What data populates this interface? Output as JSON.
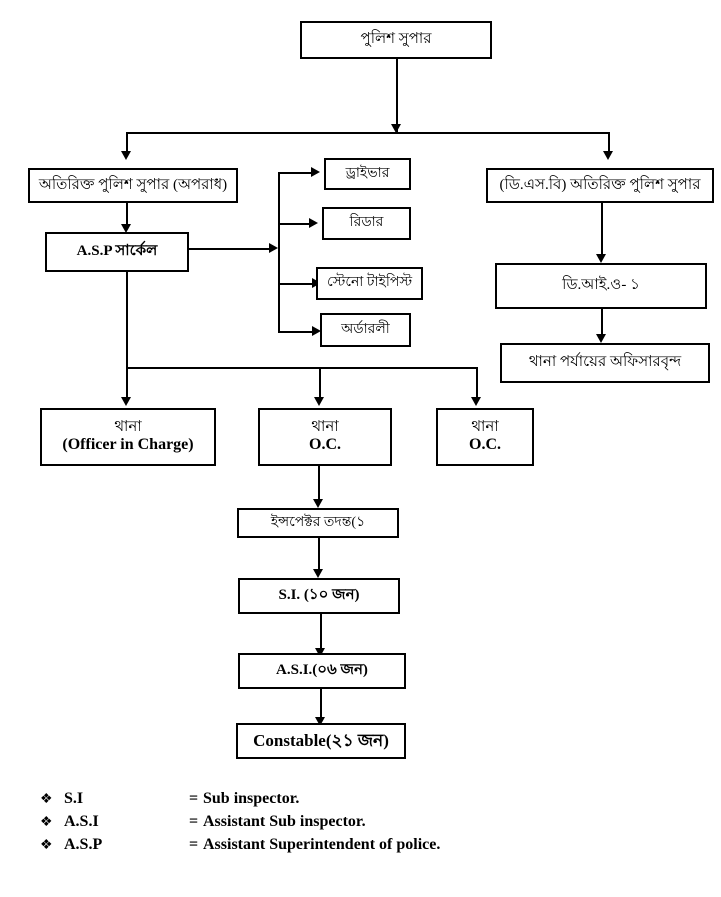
{
  "chart_data": {
    "type": "diagram",
    "title": "Police Superintendent Office Organogram",
    "nodes": [
      {
        "id": "sp",
        "label": "পুলিশ সুপার"
      },
      {
        "id": "addl-sp-crime",
        "label": "অতিরিক্ত পুলিশ সুপার (অপরাধ)"
      },
      {
        "id": "asp-circle",
        "label": "A.S.P সার্কেল"
      },
      {
        "id": "driver",
        "label": "ড্রাইভার"
      },
      {
        "id": "reader",
        "label": "রিডার"
      },
      {
        "id": "steno",
        "label": "স্টেনো টাইপিস্ট"
      },
      {
        "id": "orderly",
        "label": "অর্ডারলী"
      },
      {
        "id": "dsb-addl-sp",
        "label": "(ডি.এস.বি) অতিরিক্ত পুলিশ সুপার"
      },
      {
        "id": "dio-1",
        "label": "ডি.আই.ও- ১"
      },
      {
        "id": "thana-officers",
        "label": "থানা পর্যায়ের অফিসারবৃন্দ"
      },
      {
        "id": "thana-oc-1",
        "label_line1": "থানা",
        "label_line2": "(Officer in Charge)"
      },
      {
        "id": "thana-oc-2",
        "label_line1": "থানা",
        "label_line2": "O.C."
      },
      {
        "id": "thana-oc-3",
        "label_line1": "থানা",
        "label_line2": "O.C."
      },
      {
        "id": "inspector",
        "label": "ইন্সপেক্টর তদন্ত(১"
      },
      {
        "id": "si",
        "label": "S.I. (১০ জন)"
      },
      {
        "id": "asi",
        "label": "A.S.I.(০৬ জন)"
      },
      {
        "id": "constable",
        "label": "Constable(২১ জন)"
      }
    ],
    "edges": [
      {
        "from": "sp",
        "to": "addl-sp-crime"
      },
      {
        "from": "sp",
        "to": "driver"
      },
      {
        "from": "sp",
        "to": "dsb-addl-sp"
      },
      {
        "from": "addl-sp-crime",
        "to": "asp-circle"
      },
      {
        "from": "asp-circle",
        "to": "driver"
      },
      {
        "from": "asp-circle",
        "to": "reader"
      },
      {
        "from": "asp-circle",
        "to": "steno"
      },
      {
        "from": "asp-circle",
        "to": "orderly"
      },
      {
        "from": "asp-circle",
        "to": "thana-oc-1"
      },
      {
        "from": "asp-circle",
        "to": "thana-oc-2"
      },
      {
        "from": "asp-circle",
        "to": "thana-oc-3"
      },
      {
        "from": "dsb-addl-sp",
        "to": "dio-1"
      },
      {
        "from": "dio-1",
        "to": "thana-officers"
      },
      {
        "from": "thana-oc-2",
        "to": "inspector"
      },
      {
        "from": "inspector",
        "to": "si"
      },
      {
        "from": "si",
        "to": "asi"
      },
      {
        "from": "asi",
        "to": "constable"
      }
    ]
  },
  "boxes": {
    "sp": "পুলিশ সুপার",
    "addl_sp_crime": "অতিরিক্ত পুলিশ সুপার (অপরাধ)",
    "asp_circle": "A.S.P সার্কেল",
    "driver": "ড্রাইভার",
    "reader": "রিডার",
    "steno_typist": "স্টেনো টাইপিস্ট",
    "orderly": "অর্ডারলী",
    "dsb_addl_sp": "(ডি.এস.বি) অতিরিক্ত পুলিশ সুপার",
    "dio_1": "ডি.আই.ও- ১",
    "thana_level_officers": "থানা পর্যায়ের অফিসারবৃন্দ",
    "thana_1_line1": "থানা",
    "thana_1_line2": "(Officer in Charge)",
    "thana_2_line1": "থানা",
    "thana_2_line2": "O.C.",
    "thana_3_line1": "থানা",
    "thana_3_line2": "O.C.",
    "inspector_investigation": "ইন্সপেক্টর তদন্ত(১",
    "si": "S.I. (১০ জন)",
    "asi": "A.S.I.(০৬ জন)",
    "constable": "Constable(২১ জন)"
  },
  "legend": {
    "bullet": "❖",
    "equals": "=",
    "rows": [
      {
        "abbr": "S.I",
        "definition": "Sub inspector."
      },
      {
        "abbr": "A.S.I",
        "definition": "Assistant Sub inspector."
      },
      {
        "abbr": "A.S.P",
        "definition": "Assistant Superintendent of police."
      }
    ]
  },
  "colors": {
    "background": "#ffffff",
    "ink": "#000000",
    "border": "#000000"
  }
}
